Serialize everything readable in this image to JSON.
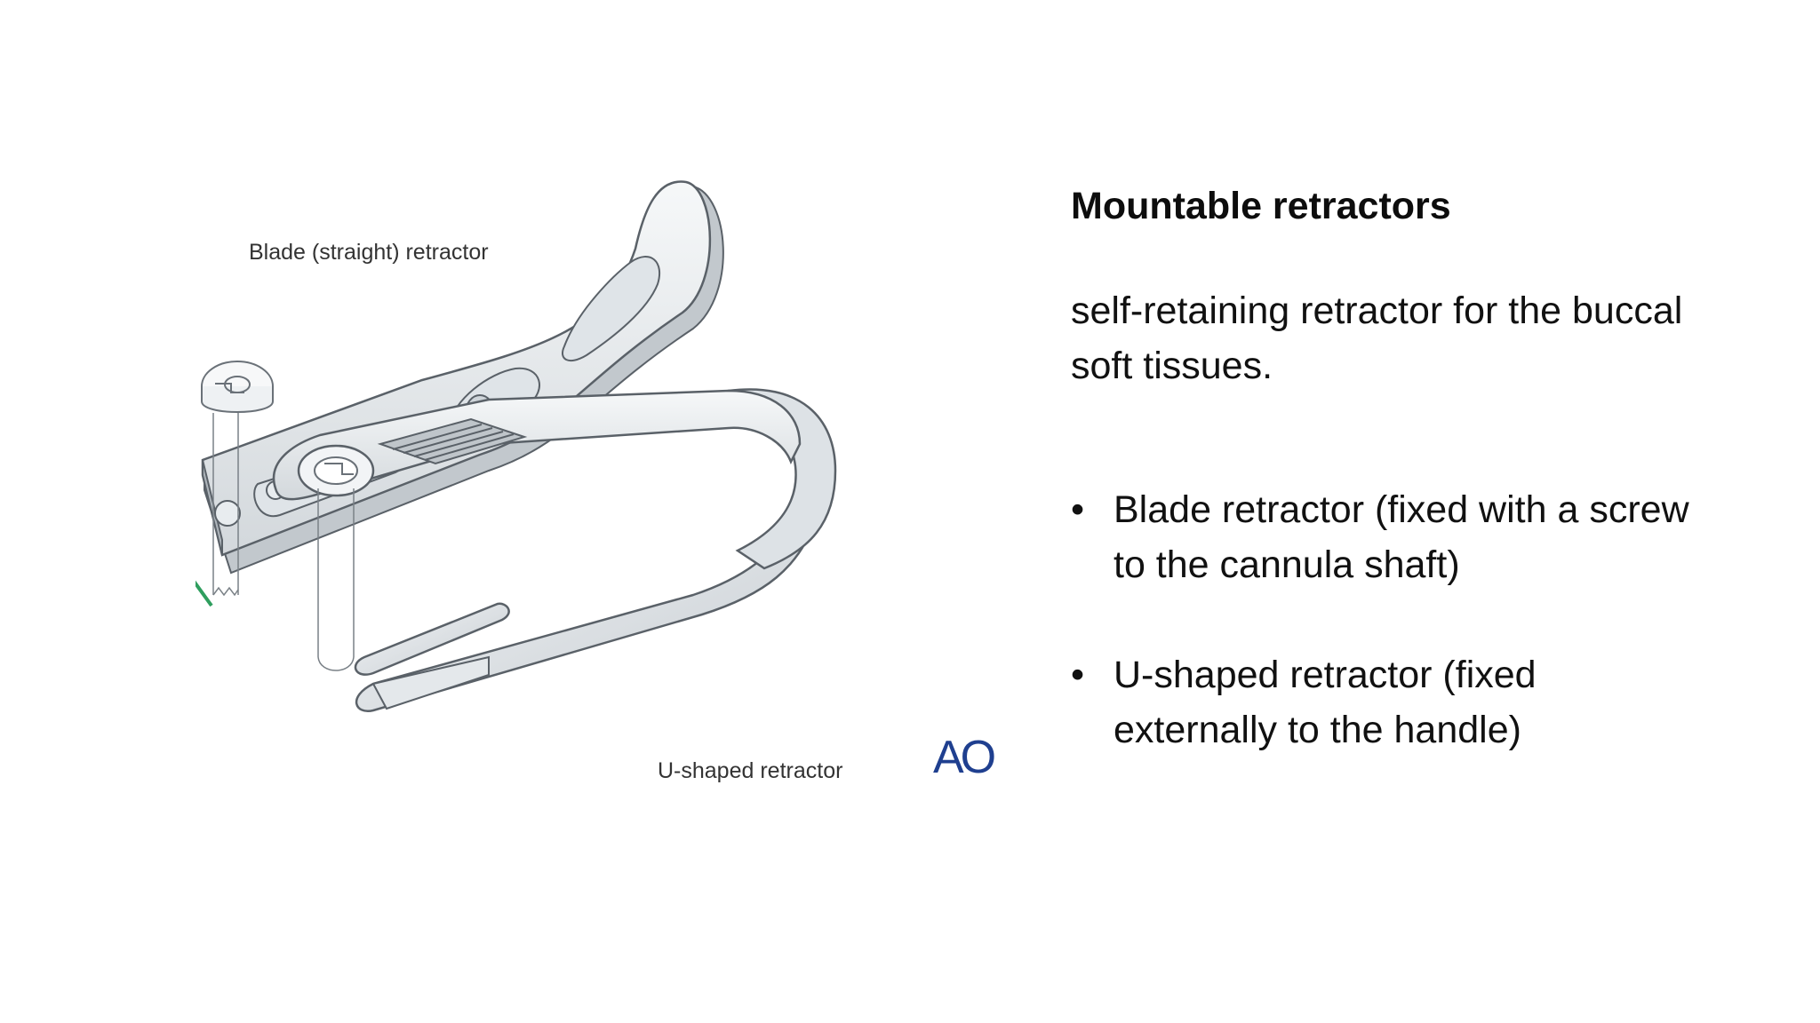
{
  "figure": {
    "label_blade": "Blade (straight) retractor",
    "label_u": "U-shaped retractor",
    "logo_text": "AO",
    "colors": {
      "outline": "#5a6168",
      "metal_light": "#eef1f3",
      "metal_shade": "#c9cfd4",
      "arrow_green": "#2f9e5e",
      "logo_blue": "#1f3f8f"
    }
  },
  "content": {
    "heading": "Mountable retractors",
    "description": "self-retaining retractor for the buccal soft tissues.",
    "bullets": [
      {
        "marker": "•",
        "text": "Blade retractor (fixed with a screw to the cannula shaft)"
      },
      {
        "marker": "•",
        "text": "U-shaped retractor (fixed externally to the handle)"
      }
    ]
  }
}
